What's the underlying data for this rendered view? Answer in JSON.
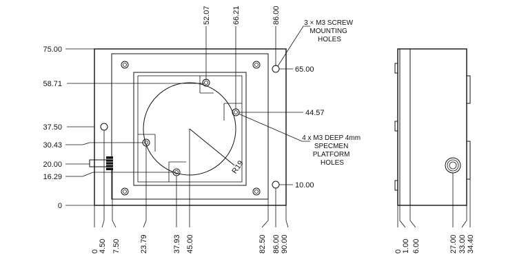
{
  "colors": {
    "ink": "#111111",
    "background": "#ffffff"
  },
  "front_view": {
    "vertical_dims": {
      "d75": "75.00",
      "d58_71": "58.71",
      "d37_50": "37.50",
      "d30_43": "30.43",
      "d20": "20.00",
      "d16_29": "16.29",
      "d0": "0"
    },
    "right_dims": {
      "d65": "65.00",
      "d44_57": "44.57",
      "d10": "10.00"
    },
    "top_dims": {
      "d52_07": "52.07",
      "d66_21": "66.21",
      "d86": "86.00"
    },
    "bottom_dims": {
      "d0": "0",
      "d4_50": "4.50",
      "d7_50": "7.50",
      "d23_79": "23.79",
      "d37_93": "37.93",
      "d45": "45.00",
      "d82_50": "82.50",
      "d86": "86.00",
      "d90": "90.00"
    },
    "radius_label": "R19",
    "screw_note": [
      "3 × M3 SCREW",
      "MOUNTING",
      "HOLES"
    ],
    "platform_note": [
      "4 x M3 DEEP 4mm",
      "SPECMEN",
      "PLATFORM",
      "HOLES"
    ]
  },
  "side_view": {
    "bottom_dims": {
      "d0": "0",
      "d1": "1.00",
      "d6": "6.00",
      "d27": "27.00",
      "d33": "33.00",
      "d34_40": "34.40"
    }
  }
}
